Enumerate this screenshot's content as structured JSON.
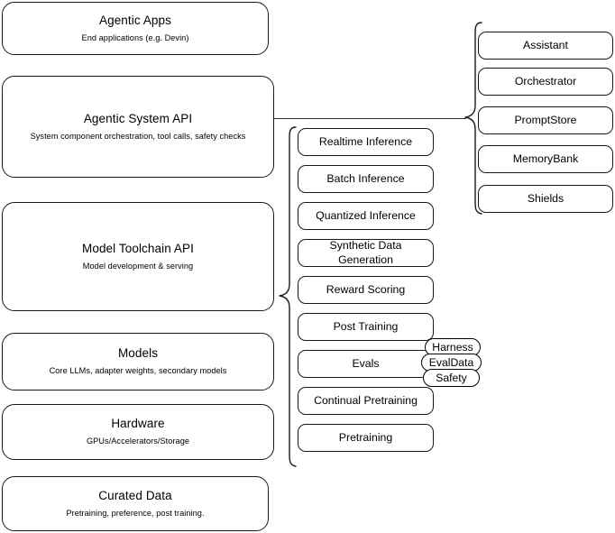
{
  "diagram": {
    "title": "Agentic AI stack layers",
    "colors": {
      "stroke": "#1a1a1a",
      "background": "#ffffff",
      "text": "#000000"
    }
  },
  "layers": [
    {
      "title": "Agentic Apps",
      "subtitle": "End applications (e.g. Devin)"
    },
    {
      "title": "Agentic System API",
      "subtitle": "System component orchestration, tool calls, safety checks"
    },
    {
      "title": "Model Toolchain API",
      "subtitle": "Model development & serving"
    },
    {
      "title": "Models",
      "subtitle": "Core LLMs, adapter weights, secondary models"
    },
    {
      "title": "Hardware",
      "subtitle": "GPUs/Accelerators/Storage"
    },
    {
      "title": "Curated Data",
      "subtitle": "Pretraining, preference, post training."
    }
  ],
  "toolchain_components": [
    {
      "label": "Realtime Inference"
    },
    {
      "label": "Batch Inference"
    },
    {
      "label": "Quantized Inference"
    },
    {
      "label": "Synthetic Data Generation"
    },
    {
      "label": "Reward Scoring"
    },
    {
      "label": "Post Training"
    },
    {
      "label": "Evals"
    },
    {
      "label": "Continual Pretraining"
    },
    {
      "label": "Pretraining"
    }
  ],
  "eval_subcomponents": [
    {
      "label": "Harness"
    },
    {
      "label": "EvalData"
    },
    {
      "label": "Safety"
    }
  ],
  "system_components": [
    {
      "label": "Assistant"
    },
    {
      "label": "Orchestrator"
    },
    {
      "label": "PromptStore"
    },
    {
      "label": "MemoryBank"
    },
    {
      "label": "Shields"
    }
  ]
}
